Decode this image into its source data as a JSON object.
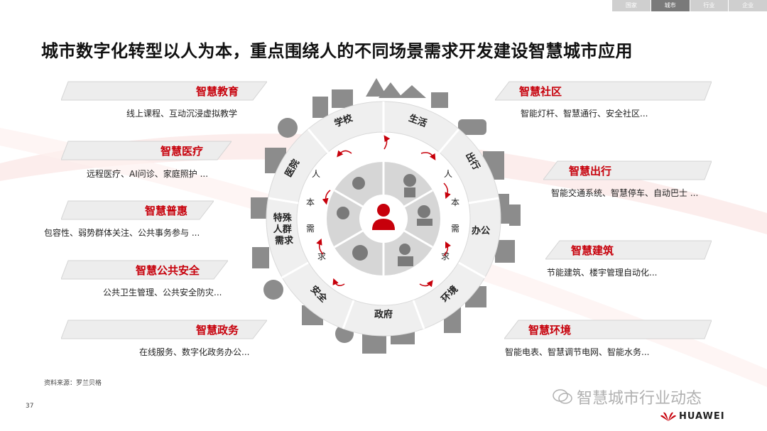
{
  "nav": {
    "tabs": [
      "国家",
      "城市",
      "行业",
      "企业"
    ],
    "active_index": 1
  },
  "title": "城市数字化转型以人为本，重点围绕人的不同场景需求开发建设智慧城市应用",
  "left_items": [
    {
      "title": "智慧教育",
      "desc": "线上课程、互动沉浸虚拟教学"
    },
    {
      "title": "智慧医疗",
      "desc": "远程医疗、AI问诊、家庭照护 ..."
    },
    {
      "title": "智慧普惠",
      "desc": "包容性、弱势群体关注、公共事务参与 ..."
    },
    {
      "title": "智慧公共安全",
      "desc": "公共卫生管理、公共安全防灾..."
    },
    {
      "title": "智慧政务",
      "desc": "在线服务、数字化政务办公..."
    }
  ],
  "right_items": [
    {
      "title": "智慧社区",
      "desc": "智能灯杆、智慧通行、安全社区..."
    },
    {
      "title": "智慧出行",
      "desc": "智能交通系统、智慧停车、自动巴士 ..."
    },
    {
      "title": "智慧建筑",
      "desc": "节能建筑、楼宇管理自动化..."
    },
    {
      "title": "智慧环境",
      "desc": "智能电表、智慧调节电网、智能水务..."
    }
  ],
  "wheel": {
    "outer_segments": [
      "学校",
      "生活",
      "出行",
      "办公",
      "环境",
      "政府",
      "安全",
      "特殊人群需求",
      "医院"
    ],
    "inner_left": [
      "人",
      "本",
      "需",
      "求"
    ],
    "inner_right": [
      "人",
      "本",
      "需",
      "求"
    ]
  },
  "footnote": "资料来源：罗兰贝格",
  "page_number": "37",
  "watermark": "智慧城市行业动态",
  "brand": "HUAWEI",
  "colors": {
    "accent": "#c7000b",
    "ring": "#e6e6e6",
    "icon": "#8c8c8c"
  }
}
